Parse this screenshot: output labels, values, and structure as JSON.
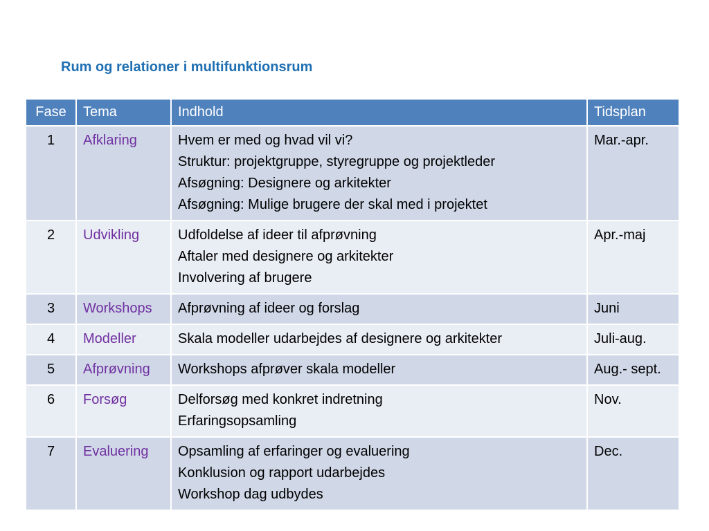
{
  "title": "Rum og relationer i multifunktionsrum",
  "colors": {
    "title": "#1f6fb2",
    "header_bg": "#4f81bd",
    "row_bg": "#d0d8e8",
    "row_alt_bg": "#e9edf4",
    "tema_text": "#7030a0"
  },
  "table": {
    "headers": {
      "fase": "Fase",
      "tema": "Tema",
      "indhold": "Indhold",
      "tidsplan": "Tidsplan"
    },
    "rows": [
      {
        "fase": "1",
        "tema": "Afklaring",
        "indhold": [
          "Hvem er med og hvad vil vi?",
          "Struktur: projektgruppe, styregruppe og projektleder",
          "Afsøgning: Designere og arkitekter",
          "Afsøgning: Mulige brugere der skal med i projektet"
        ],
        "tidsplan": "Mar.-apr."
      },
      {
        "fase": "2",
        "tema": "Udvikling",
        "indhold": [
          "Udfoldelse af ideer til afprøvning",
          "Aftaler med designere og arkitekter",
          "Involvering af brugere"
        ],
        "tidsplan": "Apr.-maj"
      },
      {
        "fase": "3",
        "tema": "Workshops",
        "indhold": [
          "Afprøvning af ideer og forslag"
        ],
        "tidsplan": "Juni"
      },
      {
        "fase": "4",
        "tema": "Modeller",
        "indhold": [
          "Skala modeller udarbejdes af designere og arkitekter"
        ],
        "tidsplan": "Juli-aug."
      },
      {
        "fase": "5",
        "tema": "Afprøvning",
        "indhold": [
          "Workshops afprøver skala modeller"
        ],
        "tidsplan": "Aug.- sept."
      },
      {
        "fase": "6",
        "tema": "Forsøg",
        "indhold": [
          "Delforsøg med konkret indretning",
          "Erfaringsopsamling"
        ],
        "tidsplan": "Nov."
      },
      {
        "fase": "7",
        "tema": "Evaluering",
        "indhold": [
          "Opsamling af erfaringer og evaluering",
          "Konklusion og rapport udarbejdes",
          "Workshop dag udbydes"
        ],
        "tidsplan": "Dec."
      }
    ]
  }
}
